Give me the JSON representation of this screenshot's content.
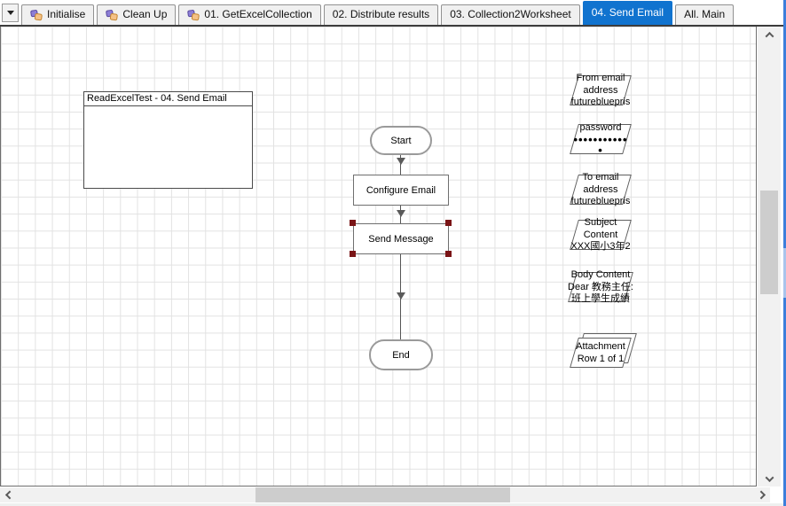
{
  "colors": {
    "accent": "#1073cf",
    "frame": "#3c7edb",
    "handle_red": "#7a1416",
    "grid_line": "#e2e2e2"
  },
  "tabs": {
    "items": [
      {
        "label": "Initialise",
        "has_icon": true,
        "active": false
      },
      {
        "label": "Clean Up",
        "has_icon": true,
        "active": false
      },
      {
        "label": "01. GetExcelCollection",
        "has_icon": true,
        "active": false
      },
      {
        "label": "02. Distribute results",
        "has_icon": false,
        "active": false
      },
      {
        "label": "03. Collection2Worksheet",
        "has_icon": false,
        "active": false
      },
      {
        "label": "04. Send Email",
        "has_icon": false,
        "active": true
      },
      {
        "label": "All. Main",
        "has_icon": false,
        "active": false
      }
    ]
  },
  "note_box": {
    "title": "ReadExcelTest - 04. Send Email"
  },
  "flowchart": {
    "nodes": [
      {
        "type": "oval",
        "label": "Start"
      },
      {
        "type": "stage",
        "label": "Configure Email"
      },
      {
        "type": "stage",
        "label": "Send Message",
        "selected": true
      },
      {
        "type": "oval",
        "label": "End"
      }
    ]
  },
  "data_items": [
    {
      "lines": [
        "From email",
        "address",
        "futurebluepris"
      ],
      "stacked": false
    },
    {
      "lines": [
        "password",
        "•••••••••••",
        "•"
      ],
      "masked": true,
      "stacked": false
    },
    {
      "lines": [
        "To email",
        "address",
        "futurebluepris"
      ],
      "stacked": false
    },
    {
      "lines": [
        "Subject",
        "Content",
        "XXX國小3年2"
      ],
      "stacked": false
    },
    {
      "lines": [
        "Body Content",
        "Dear 教務主任:",
        "班上學生成績"
      ],
      "stacked": false
    },
    {
      "lines": [
        "Attachment",
        "Row 1 of 1"
      ],
      "stacked": true
    }
  ]
}
